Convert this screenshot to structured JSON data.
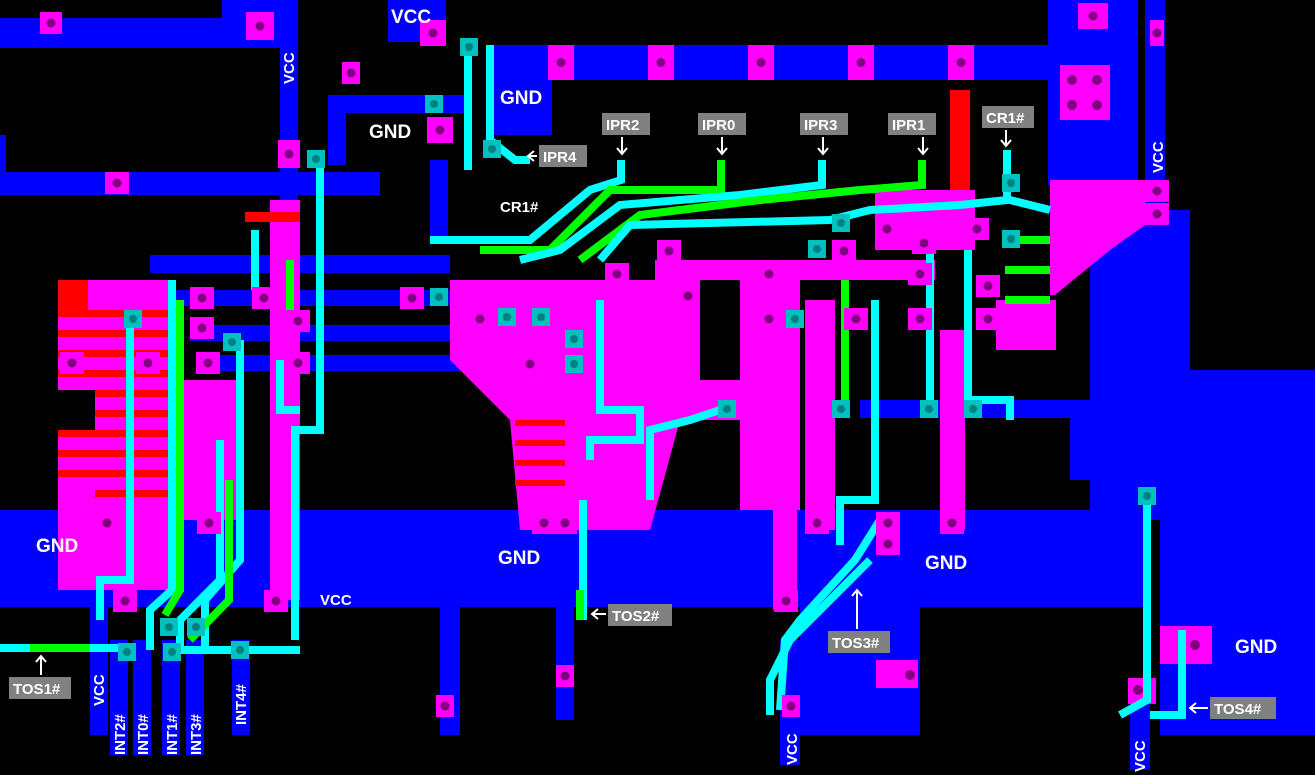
{
  "colors": {
    "background": "#000000",
    "plane": "#0000ff",
    "top_copper": "#ff00ff",
    "stripe": "#ff0000",
    "trace_cyan": "#00ffff",
    "trace_green": "#00ff00",
    "label_bg": "#808080"
  },
  "nets": {
    "vcc_top": "VCC",
    "vcc_top_left": "VCC",
    "gnd_top_1": "GND",
    "gnd_top_2": "GND",
    "vcc_right": "VCC",
    "gnd_left": "GND",
    "gnd_center": "GND",
    "gnd_center_right": "GND",
    "gnd_right": "GND",
    "vcc_bottom_trace": "VCC",
    "vcc_bottom_left": "VCC",
    "vcc_bottom_center": "VCC",
    "vcc_bottom_right": "VCC",
    "cr1_plane": "CR1#"
  },
  "signal_tags": {
    "ipr2": "IPR2",
    "ipr0": "IPR0",
    "ipr3": "IPR3",
    "ipr1": "IPR1",
    "cr1": "CR1#",
    "ipr4": "IPR4",
    "tos1": "TOS1#",
    "tos2": "TOS2#",
    "tos3": "TOS3#",
    "tos4": "TOS4#"
  },
  "int_labels": {
    "int2": "INT2#",
    "int0": "INT0#",
    "int1": "INT1#",
    "int3": "INT3#",
    "int4": "INT4#"
  }
}
